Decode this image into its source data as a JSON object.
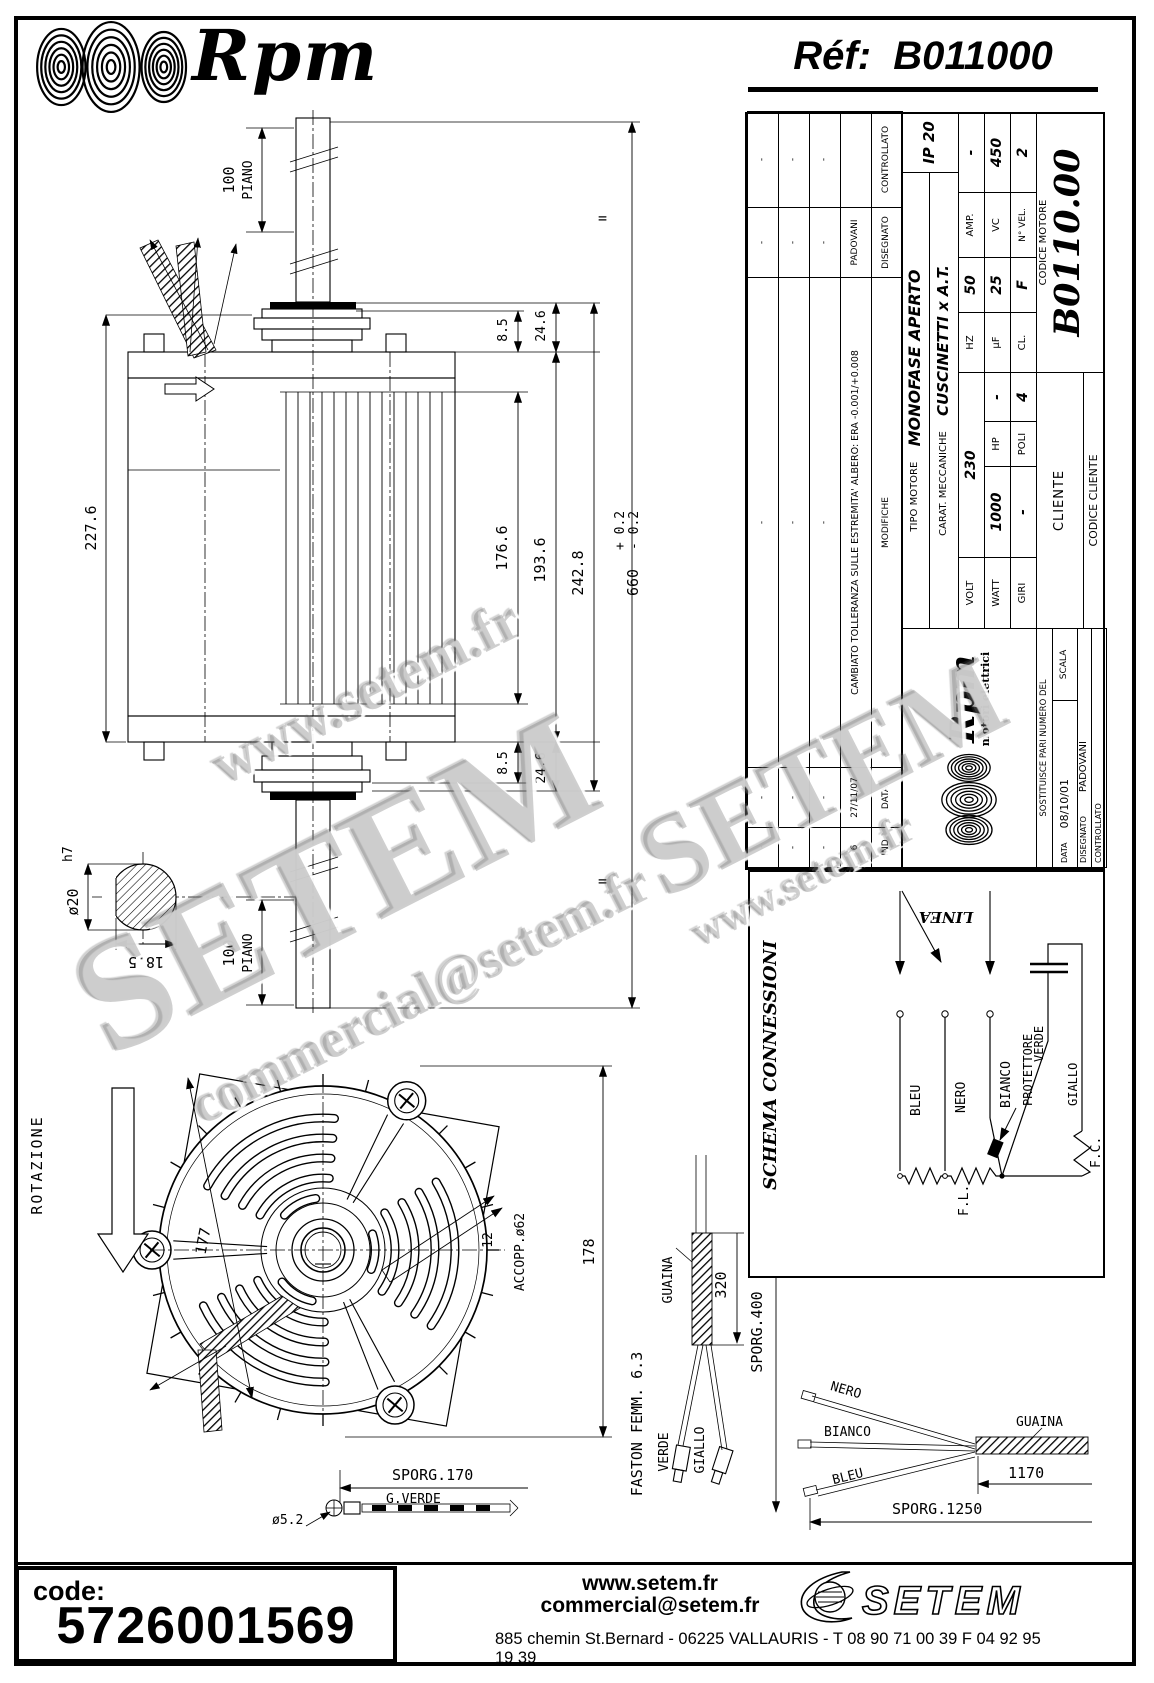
{
  "h": {
    "rpm": "Rpm",
    "ref_l": "Réf:",
    "ref_v": "B011000"
  },
  "tb": {
    "rev": {
      "cols": [
        40,
        60,
        490,
        70,
        96
      ],
      "rows": [
        [
          "-",
          "-",
          "-",
          "-",
          "-"
        ],
        [
          "-",
          "-",
          "-",
          "-",
          "-"
        ],
        [
          "-",
          "-",
          "-",
          "-",
          "-"
        ],
        [
          "6",
          "27/11/07",
          "CAMBIATO TOLLERANZA SULLE ESTREMITA' ALBERO: ERA -0.001/+0.008",
          "PADOVANI",
          ""
        ],
        [
          "IND",
          "DATA",
          "MODIFICHE",
          "DISEGNATO",
          "CONTROLLATO"
        ]
      ]
    },
    "tipo_l": "TIPO MOTORE",
    "tipo_v": "MONOFASE APERTO",
    "ip": "IP 20",
    "carat_l": "CARAT. MECCANICHE",
    "carat_v": "CUSCINETTI x A.T.",
    "volt_l": "VOLT",
    "volt": "230",
    "hz_l": "HZ",
    "hz": "50",
    "amp_l": "AMP.",
    "amp": "-",
    "watt_l": "WATT",
    "watt": "1000",
    "hp_l": "HP",
    "hp": "-",
    "uf_l": "µF",
    "uf": "25",
    "vc_l": "VC",
    "vc": "450",
    "giri_l": "GIRI",
    "giri": "-",
    "poli_l": "POLI",
    "poli": "4",
    "cl_l": "CL.",
    "cl": "F",
    "nv_l": "N° VEL.",
    "nv": "2",
    "cliente": "CLIENTE",
    "cm_l": "CODICE MOTORE",
    "cm": "B0110.00",
    "cc": "CODICE CLIENTE",
    "rpm": "Rpm",
    "sub": "motori elettrici",
    "sost": "SOSTITUISCE PARI NUMERO DEL",
    "data_l": "DATA",
    "data_v": "08/10/01",
    "scala": "SCALA",
    "dis_l": "DISEGNATO",
    "dis_v": "PADOVANI",
    "con_l": "CONTROLLATO"
  },
  "sch": {
    "title": "SCHEMA CONNESSIONI",
    "linea": "LINEA",
    "bleu": "BLEU",
    "nero": "NERO",
    "bianco": "BIANCO",
    "prot": "PROTETTORE",
    "verde": "VERDE",
    "giallo": "GIALLO",
    "fl": "F.L.",
    "fc": "F.C."
  },
  "dw": {
    "d227": "227.6",
    "d100": "100",
    "piano": "PIANO",
    "d85": "8.5",
    "d246": "24.6",
    "d176": "176.6",
    "d193": "193.6",
    "d242": "242.8",
    "d660": "660",
    "tp": "+ 0.2",
    "tm": "- 0.2",
    "eq": "=",
    "d20": "ø20",
    "h7": "h7",
    "d185": "18.5",
    "rot": "ROTAZIONE",
    "d177": "177",
    "d12": "12",
    "accopp": "ACCOPP.ø62",
    "d178": "178"
  },
  "cb": {
    "sporg170": "SPORG.170",
    "gverde": "G.VERDE",
    "dia": "ø5.2",
    "faston": "FASTON FEMM. 6.3",
    "guaina": "GUAINA",
    "d320": "320",
    "sporg400": "SPORG.400",
    "verde": "VERDE",
    "giallo": "GIALLO",
    "nero": "NERO",
    "bianco": "BIANCO",
    "bleu": "BLEU",
    "d1170": "1170",
    "sporg1250": "SPORG.1250"
  },
  "ft": {
    "code_l": "code:",
    "code": "5726001569",
    "web": "www.setem.fr",
    "email": "commercial@setem.fr",
    "addr": "885 chemin St.Bernard  -  06225 VALLAURIS  -  T 08 90 71 00 39   F 04 92 95 19 39",
    "setem": "SETEM"
  },
  "wm": {
    "a": "www.setem.fr",
    "b": "SETEM",
    "c": "commercial@setem.fr",
    "d": "SETEM",
    "e": "www.setem.fr"
  }
}
